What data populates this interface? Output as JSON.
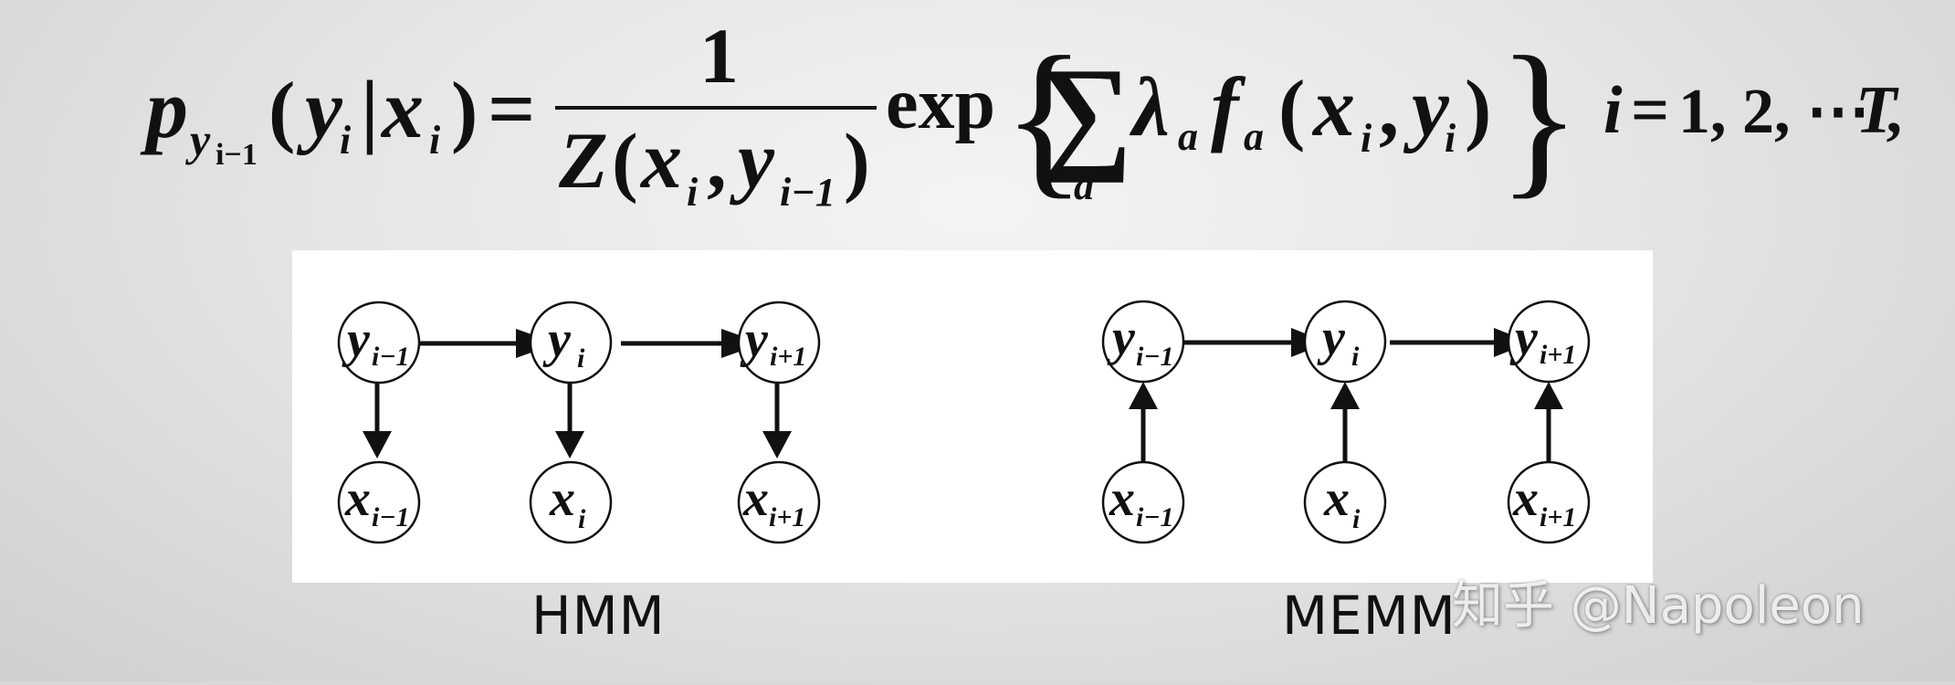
{
  "equation": {
    "lhs": {
      "p": "p",
      "sub_y": "y",
      "sub_y_idx": "i−1",
      "open": "(",
      "y": "y",
      "y_idx": "i",
      "bar": "|",
      "x": "x",
      "x_idx": "i",
      "close": ")",
      "equals": "="
    },
    "fraction": {
      "numerator": "1",
      "Z": "Z",
      "open": "(",
      "x": "x",
      "x_idx": "i",
      "comma": ",",
      "y": "y",
      "y_idx": "i−1",
      "close": ")"
    },
    "exp": "exp",
    "sum": {
      "lbrace": "{",
      "sigma": "∑",
      "sigma_idx": "a",
      "lambda": "λ",
      "lambda_idx": "a",
      "f": "f",
      "f_idx": "a",
      "open": "(",
      "x": "x",
      "x_idx": "i",
      "comma": ",",
      "y": "y",
      "y_idx": "i",
      "close": ")",
      "rbrace": "}"
    },
    "range": {
      "i": "i",
      "eq": "=",
      "values": "1, 2, ⋯ , ",
      "T": "T"
    }
  },
  "hmm": {
    "caption": "HMM",
    "nodes": [
      {
        "id": "y_prev",
        "var": "y",
        "idx": "i−1"
      },
      {
        "id": "y_cur",
        "var": "y",
        "idx": "i"
      },
      {
        "id": "y_next",
        "var": "y",
        "idx": "i+1"
      },
      {
        "id": "x_prev",
        "var": "x",
        "idx": "i−1"
      },
      {
        "id": "x_cur",
        "var": "x",
        "idx": "i"
      },
      {
        "id": "x_next",
        "var": "x",
        "idx": "i+1"
      }
    ]
  },
  "memm": {
    "caption": "MEMM",
    "nodes": [
      {
        "id": "y_prev",
        "var": "y",
        "idx": "i−1"
      },
      {
        "id": "y_cur",
        "var": "y",
        "idx": "i"
      },
      {
        "id": "y_next",
        "var": "y",
        "idx": "i+1"
      },
      {
        "id": "x_prev",
        "var": "x",
        "idx": "i−1"
      },
      {
        "id": "x_cur",
        "var": "x",
        "idx": "i"
      },
      {
        "id": "x_next",
        "var": "x",
        "idx": "i+1"
      }
    ]
  },
  "watermark": "知乎 @Napoleon",
  "colors": {
    "ink": "#111111",
    "panel": "#ffffff",
    "background": "#e4e4e4"
  }
}
